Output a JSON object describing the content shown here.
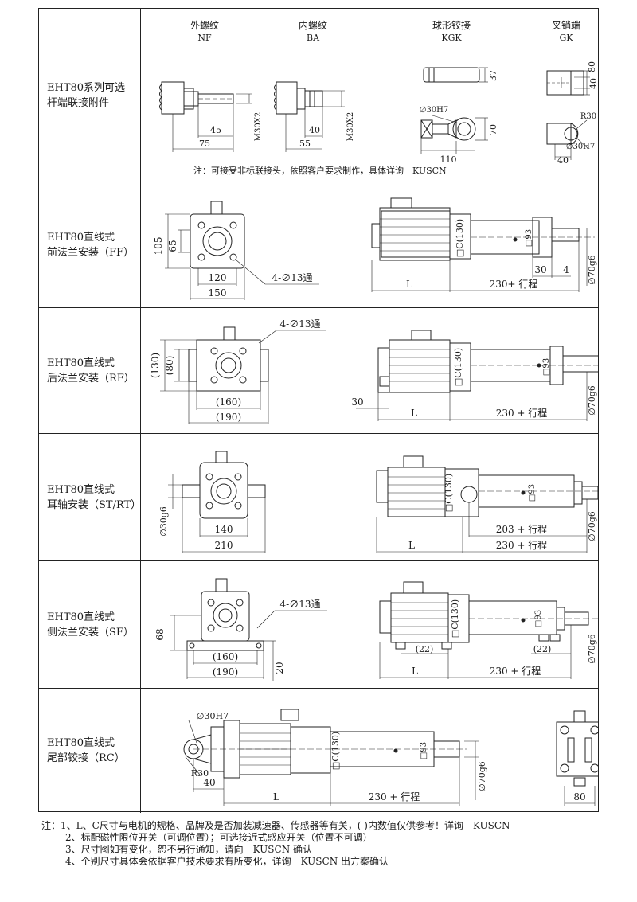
{
  "rows": [
    {
      "label": [
        "EHT80系列可选",
        "杆端联接附件"
      ],
      "accessories": [
        {
          "name": "外螺纹",
          "code": "NF",
          "dims": [
            "45",
            "75",
            "M30X2"
          ]
        },
        {
          "name": "内螺纹",
          "code": "BA",
          "dims": [
            "40",
            "55",
            "M30X2"
          ]
        },
        {
          "name": "球形铰接",
          "code": "KGK",
          "dims": [
            "37",
            "∅30H7",
            "70",
            "110"
          ]
        },
        {
          "name": "叉销端",
          "code": "GK",
          "dims": [
            "40",
            "80",
            "R30",
            "∅30H7",
            "40"
          ]
        }
      ],
      "note": "注：可接受非标联接头，依照客户要求制作，具体详询　KUSCN"
    },
    {
      "label": [
        "EHT80直线式",
        "前法兰安装（FF）"
      ],
      "dims": {
        "h1": "105",
        "h2": "65",
        "w1": "120",
        "w2": "150",
        "holes": "4-∅13通",
        "c": "□C(130)",
        "sq": "□93",
        "l": "L",
        "stroke": "230+ 行程",
        "d30": "30",
        "d4": "4",
        "dia": "∅70g6"
      }
    },
    {
      "label": [
        "EHT80直线式",
        "后法兰安装（RF）"
      ],
      "dims": {
        "h1": "(130)",
        "h2": "(80)",
        "w1": "(160)",
        "w2": "(190)",
        "holes": "4-∅13通",
        "c": "□C(130)",
        "sq": "□93",
        "l": "L",
        "stroke": "230 + 行程",
        "d30": "30",
        "dia": "∅70g6"
      }
    },
    {
      "label": [
        "EHT80直线式",
        "耳轴安装（ST/RT）"
      ],
      "dims": {
        "w1": "140",
        "w2": "210",
        "dv": "∅30g6",
        "c": "□C(130)",
        "sq": "□93",
        "l": "L",
        "stroke1": "203 + 行程",
        "stroke2": "230 + 行程",
        "dia": "∅70g6"
      }
    },
    {
      "label": [
        "EHT80直线式",
        "侧法兰安装（SF）"
      ],
      "dims": {
        "h1": "68",
        "w1": "(160)",
        "w2": "(190)",
        "h2": "20",
        "holes": "4-∅13通",
        "c": "□C(130)",
        "sq": "□93",
        "l": "L",
        "p1": "(22)",
        "p2": "(22)",
        "stroke": "230 + 行程",
        "dia": "∅70g6"
      }
    },
    {
      "label": [
        "EHT80直线式",
        "尾部铰接（RC）"
      ],
      "dims": {
        "hole": "∅30H7",
        "r": "R30",
        "d40": "40",
        "c": "□C(130)",
        "sq": "□93",
        "l": "L",
        "stroke": "230 + 行程",
        "dia": "∅70g6",
        "w80": "80"
      }
    }
  ],
  "notes": [
    "注：1、L、C尺寸与电机的规格、品牌及是否加装减速器、传感器等有关，( )内数值仅供参考！详询　KUSCN",
    "2、标配磁性限位开关（可调位置）；可选接近式感应开关（位置不可调）",
    "3、尺寸图如有变化，恕不另行通知，请向　KUSCN 确认",
    "4、个别尺寸具体会依据客户技术要求有所变化，详询　KUSCN 出方案确认"
  ]
}
